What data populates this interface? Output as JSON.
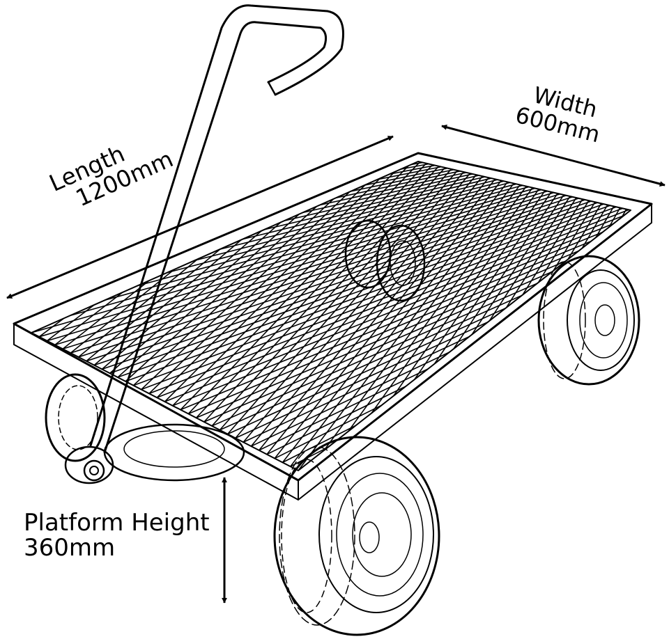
{
  "dimensions": {
    "length": {
      "label": "Length",
      "value": "1200mm"
    },
    "width": {
      "label": "Width",
      "value": "600mm"
    },
    "platform_height": {
      "label": "Platform Height",
      "value": "360mm"
    }
  },
  "colors": {
    "line": "#000000",
    "background": "#ffffff"
  }
}
